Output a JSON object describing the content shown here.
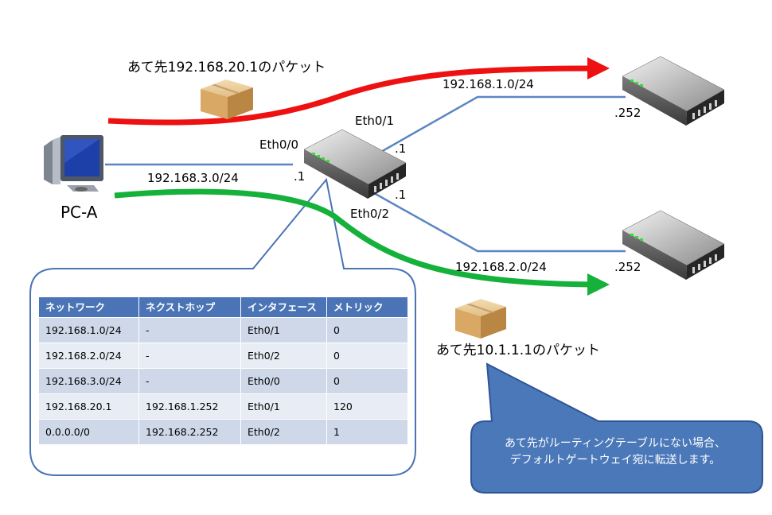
{
  "packets": {
    "top_label": "あて先192.168.20.1のパケット",
    "bottom_label": "あて先10.1.1.1のパケット"
  },
  "pc": {
    "label": "PC-A"
  },
  "interfaces": {
    "eth0_0": "Eth0/0",
    "eth0_1": "Eth0/1",
    "eth0_2": "Eth0/2"
  },
  "networks": {
    "net1": "192.168.1.0/24",
    "net2": "192.168.2.0/24",
    "net3": "192.168.3.0/24"
  },
  "host_ids": {
    "r1_eth0_0": ".1",
    "r1_eth0_1": ".1",
    "r1_eth0_2": ".1",
    "r2": ".252",
    "r3": ".252"
  },
  "routing_table": {
    "headers": [
      "ネットワーク",
      "ネクストホップ",
      "インタフェース",
      "メトリック"
    ],
    "rows": [
      [
        "192.168.1.0/24",
        "-",
        "Eth0/1",
        "0"
      ],
      [
        "192.168.2.0/24",
        "-",
        "Eth0/2",
        "0"
      ],
      [
        "192.168.3.0/24",
        "-",
        "Eth0/0",
        "0"
      ],
      [
        "192.168.20.1",
        "192.168.1.252",
        "Eth0/1",
        "120"
      ],
      [
        "0.0.0.0/0",
        "192.168.2.252",
        "Eth0/2",
        "1"
      ]
    ]
  },
  "callout": {
    "line1": "あて先がルーティングテーブルにない場合、",
    "line2": "デフォルトゲートウェイ宛に転送します。"
  },
  "colors": {
    "red_arrow": "#ee1111",
    "green_arrow": "#15b13a",
    "link": "#5b86c4",
    "table_header": "#4a74b5",
    "callout_fill": "#4a78b9"
  }
}
